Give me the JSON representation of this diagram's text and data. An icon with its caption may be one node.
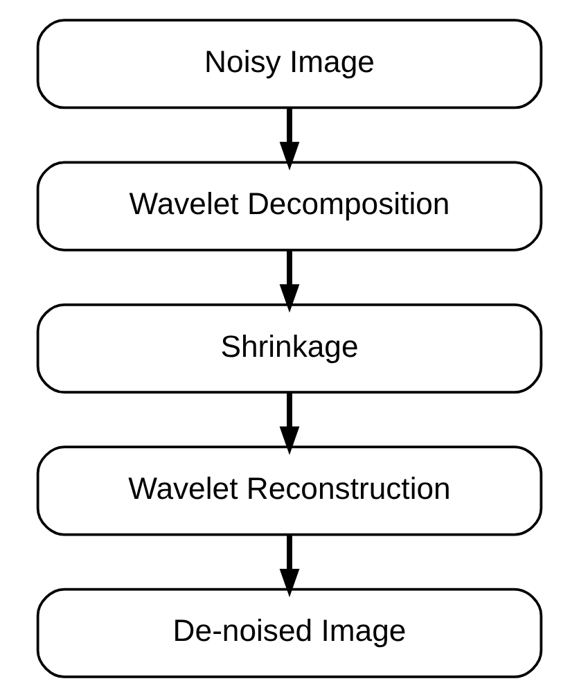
{
  "diagram": {
    "nodes": [
      {
        "text": [
          "Noisy Image"
        ]
      },
      {
        "text": [
          "Wavelet Decomposition"
        ]
      },
      {
        "text": [
          "Shrinkage"
        ]
      },
      {
        "text": [
          "Wavelet Reconstruction"
        ]
      },
      {
        "text": [
          "De-noised Image"
        ]
      }
    ],
    "edges": [
      {
        "from": 0,
        "to": 1,
        "arrow": "to"
      },
      {
        "from": 1,
        "to": 2,
        "arrow": "to"
      },
      {
        "from": 2,
        "to": 3,
        "arrow": "to"
      },
      {
        "from": 3,
        "to": 4,
        "arrow": "to"
      }
    ]
  }
}
